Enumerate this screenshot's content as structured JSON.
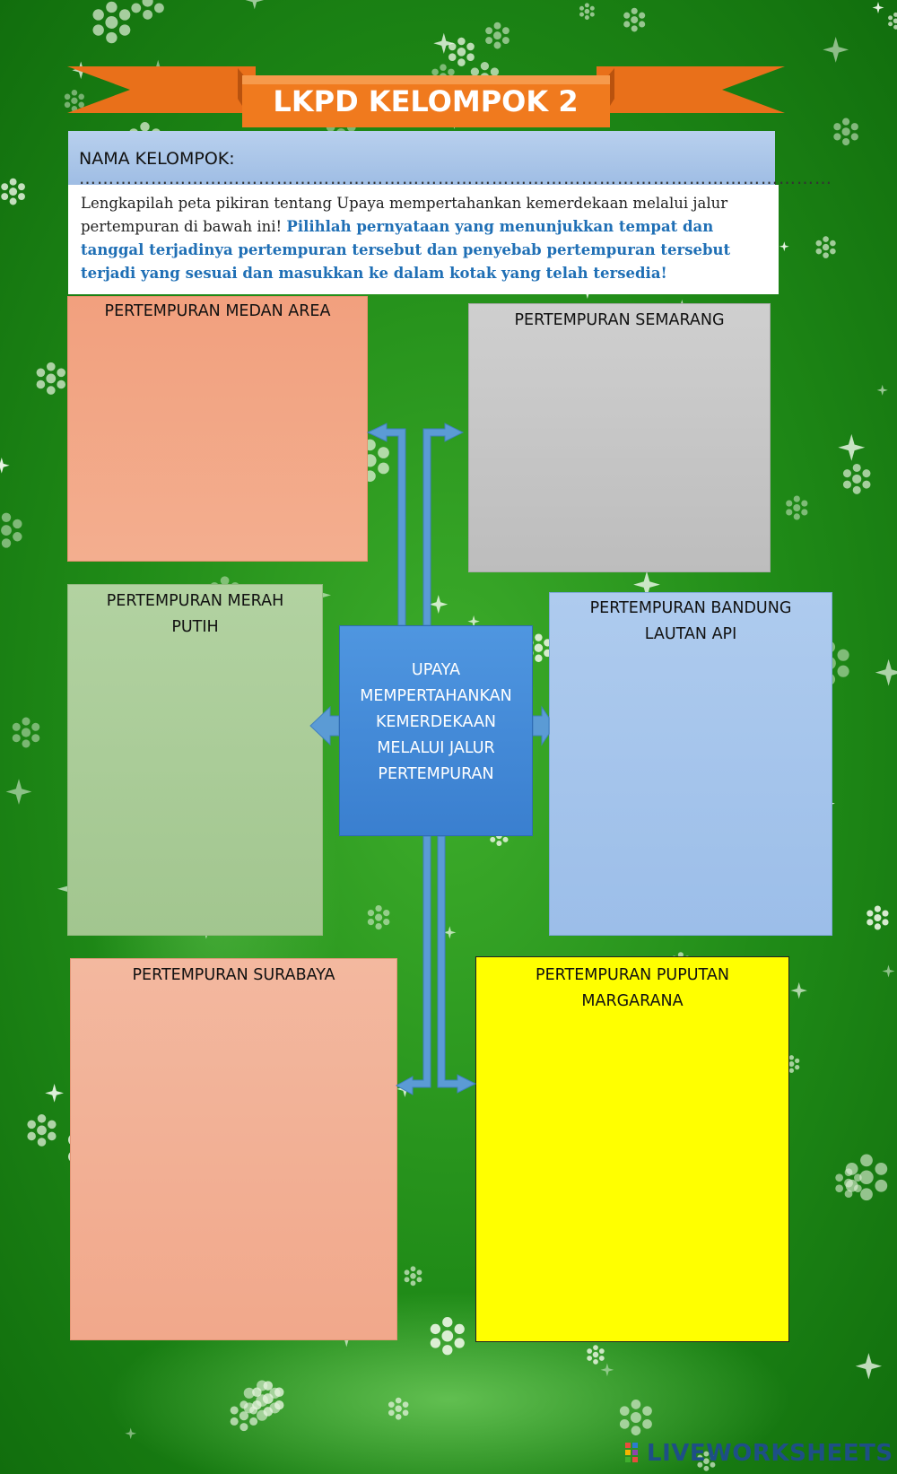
{
  "title": "LKPD KELOMPOK 2",
  "name_label": "NAMA KELOMPOK:",
  "name_dots": "………………………………………………………………………………………………………………",
  "instruction_plain": "Lengkapilah peta pikiran tentang Upaya mempertahankan kemerdekaan melalui jalur pertempuran di bawah ini! ",
  "instruction_highlight": "Pilihlah pernyataan yang menunjukkan tempat dan tanggal terjadinya pertempuran tersebut dan penyebab pertempuran tersebut terjadi yang sesuai dan masukkan ke dalam kotak yang telah tersedia!",
  "boxes": {
    "medan": "PERTEMPURAN MEDAN AREA",
    "semarang": "PERTEMPURAN SEMARANG",
    "merah_line1": "PERTEMPURAN MERAH",
    "merah_line2": "PUTIH",
    "bandung_line1": "PERTEMPURAN BANDUNG",
    "bandung_line2": "LAUTAN API",
    "surabaya": "PERTEMPURAN SURABAYA",
    "puputan_line1": "PERTEMPURAN PUPUTAN",
    "puputan_line2": "MARGARANA"
  },
  "center": {
    "line1": "UPAYA",
    "line2": "MEMPERTAHANKAN",
    "line3": "KEMERDEKAAN",
    "line4": "MELALUI JALUR",
    "line5": "PERTEMPURAN"
  },
  "logo_text": "LIVEWORKSHEETS",
  "colors": {
    "background": "#1f8a17",
    "ribbon": "#f07a1e",
    "name_bar": "#a8c4e8",
    "highlight_text": "#1f6fb5",
    "center_box": "#4488d8",
    "arrow": "#5b9bd5",
    "puputan_box": "#ffff00"
  },
  "icons": [
    "snowflake-icon",
    "sparkle-icon",
    "arrow-icon",
    "liveworksheets-logo-icon"
  ]
}
